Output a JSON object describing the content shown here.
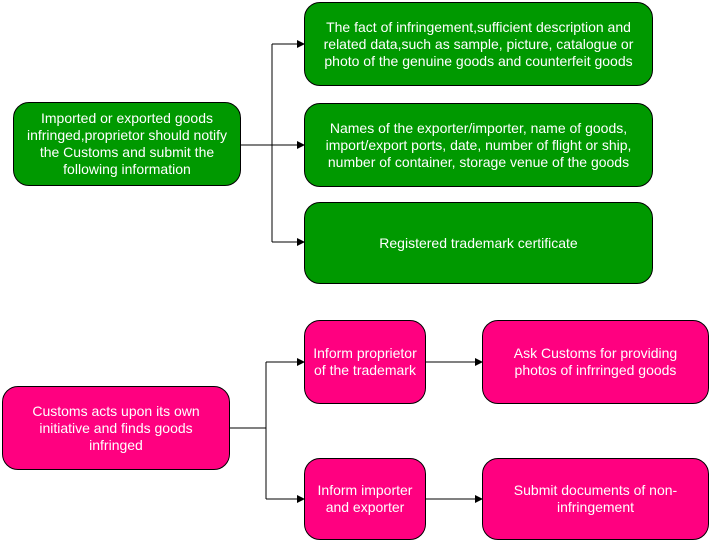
{
  "colors": {
    "green_box": "#009900",
    "pink_box": "#ff0080",
    "connector": "#000000",
    "box_text": "#ffffff"
  },
  "top_flow": {
    "source": "Imported or exported goods\ninfringed,proprietor should notify\nthe Customs and submit the\nfollowing information",
    "items": [
      "The fact of infringement,sufficient description and\nrelated data,such as sample, picture, catalogue or\nphoto of the genuine goods and counterfeit goods",
      "Names of the exporter/importer, name of goods,\nimport/export ports, date, number of flight or ship,\nnumber of container, storage venue of the goods",
      "Registered trademark certificate"
    ]
  },
  "bottom_flow": {
    "source": "Customs acts upon its own\ninitiative and finds goods\ninfringed",
    "branches": [
      {
        "step": "Inform proprietor\nof the trademark",
        "result": "Ask Customs for providing\nphotos of infrringed goods"
      },
      {
        "step": "Inform importer\nand exporter",
        "result": "Submit documents of non-\ninfringement"
      }
    ]
  }
}
